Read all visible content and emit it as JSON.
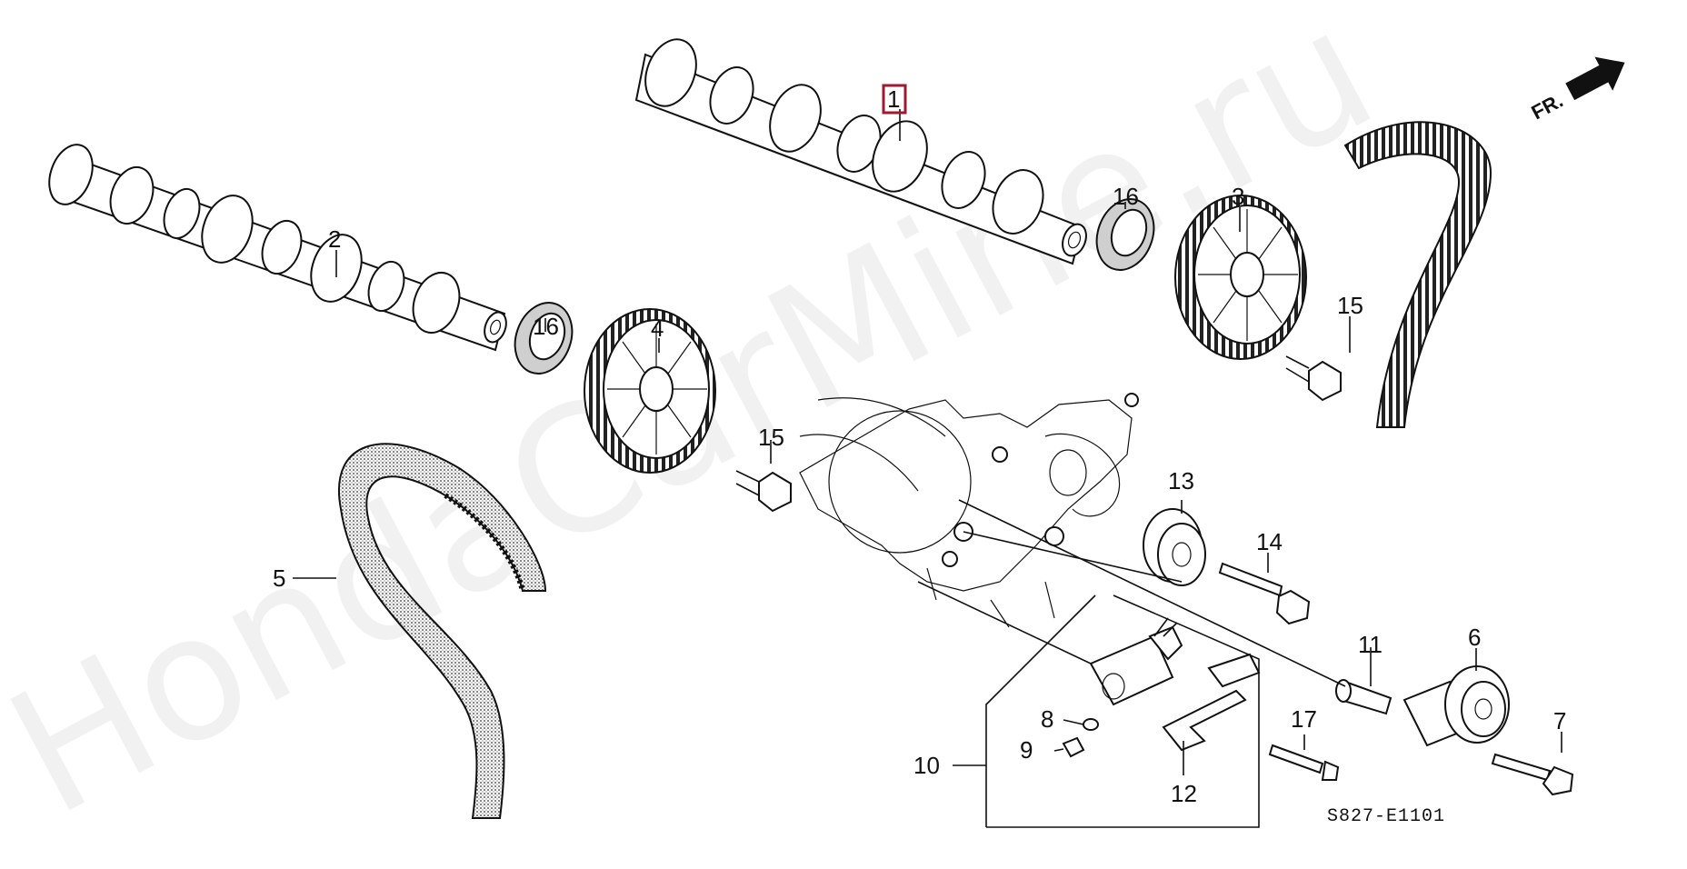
{
  "watermark": "HondaCarMine.ru",
  "diagram_code": "S827-E1101",
  "front_indicator": "FR.",
  "highlight_color": "#9b1b30",
  "callouts": {
    "c1": "1",
    "c2": "2",
    "c3": "3",
    "c4": "4",
    "c5": "5",
    "c6": "6",
    "c7": "7",
    "c8": "8",
    "c9": "9",
    "c10": "10",
    "c11": "11",
    "c12": "12",
    "c13": "13",
    "c14": "14",
    "c15a": "15",
    "c15b": "15",
    "c16a": "16",
    "c16b": "16",
    "c17": "17"
  }
}
